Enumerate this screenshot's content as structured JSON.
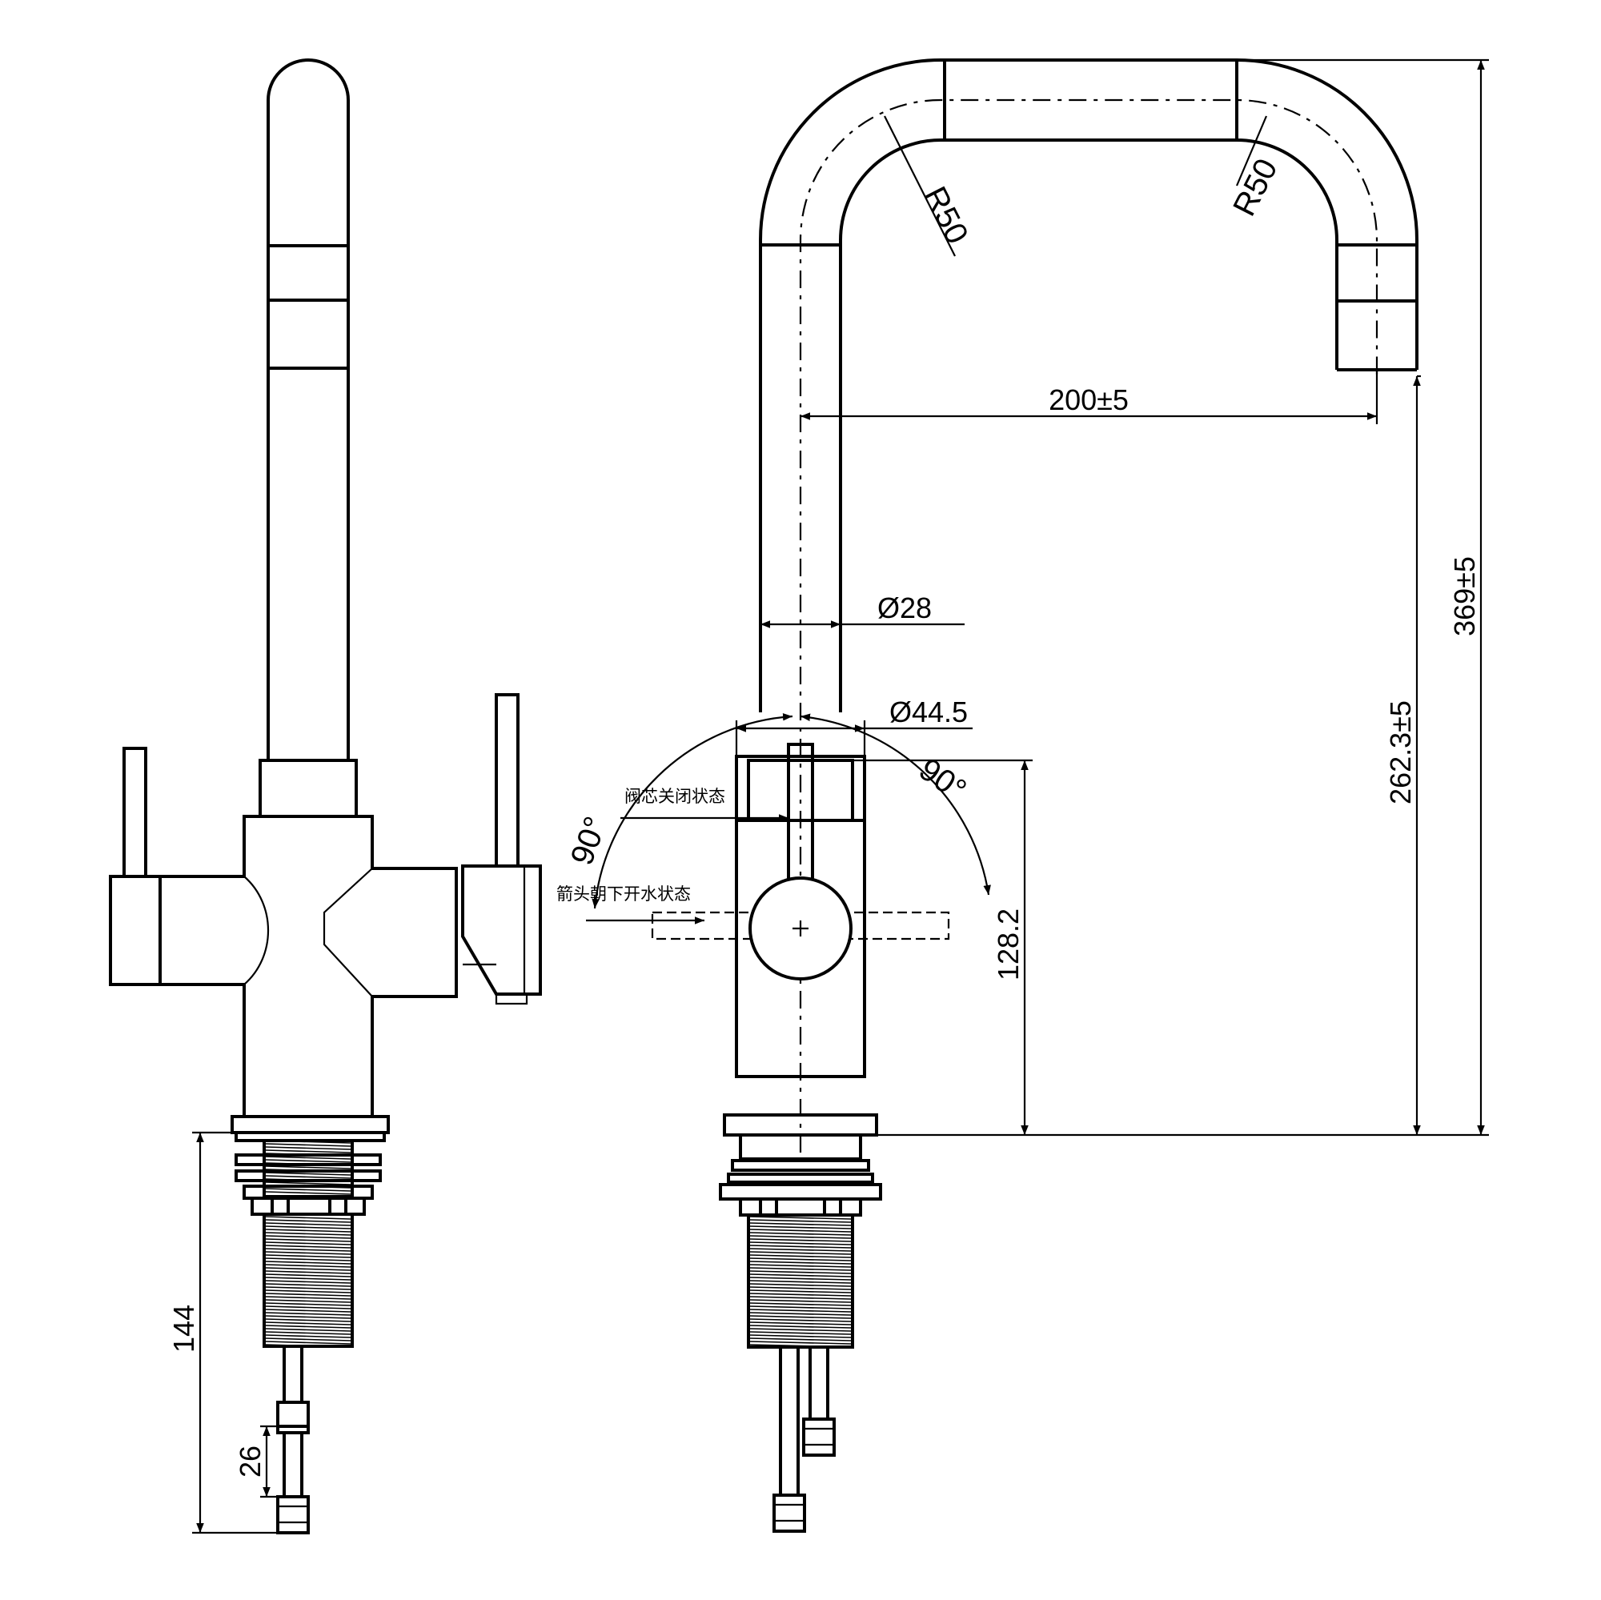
{
  "colors": {
    "line": "#000000",
    "background": "#ffffff"
  },
  "dimensions": {
    "spout_radius_left": "R50",
    "spout_radius_right": "R50",
    "spout_reach": "200±5",
    "total_height": "369±5",
    "outlet_height": "262.3±5",
    "spout_diameter": "Ø28",
    "body_diameter": "Ø44.5",
    "lever_height": "128.2",
    "shank_length": "144",
    "hose_connector": "26",
    "angle_right": "90°",
    "angle_left": "90°"
  },
  "annotations": {
    "valve_closed": "阀芯关闭状态",
    "arrow_down_open": "箭头朝下开水状态"
  }
}
